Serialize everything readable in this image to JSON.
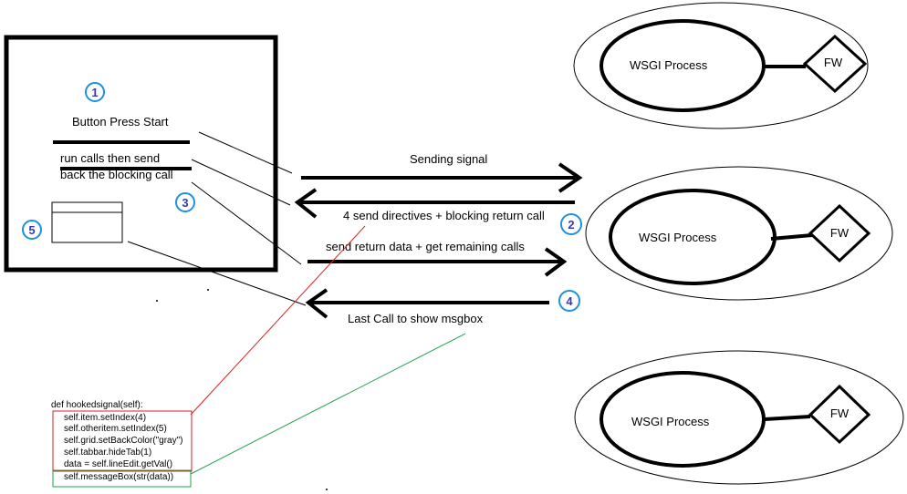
{
  "client": {
    "step1_badge": "1",
    "button_label": "Button Press Start",
    "run_calls_line1": "run calls then send",
    "run_calls_line2": "back the blocking call",
    "step3_badge": "3",
    "step5_badge": "5"
  },
  "arrows": {
    "sending_signal": "Sending signal",
    "step2_badge": "2",
    "send_directives": "4 send directives + blocking return call",
    "send_return_data": "send return data + get remaining calls",
    "step4_badge": "4",
    "last_call": "Last Call to show msgbox"
  },
  "servers": [
    {
      "process_label": "WSGI Process",
      "fw_label": "FW"
    },
    {
      "process_label": "WSGI Process",
      "fw_label": "FW"
    },
    {
      "process_label": "WSGI Process",
      "fw_label": "FW"
    }
  ],
  "code": {
    "signature": "def hookedsignal(self):",
    "lines": [
      "self.item.setIndex(4)",
      "self.otheritem.setIndex(5)",
      "self.grid.setBackColor(\"gray\")",
      "self.tabbar.hideTab(1)",
      "data = self.lineEdit.getVal()",
      "self.messageBox(str(data))"
    ]
  },
  "colors": {
    "badge_circle": "#1e90e0",
    "badge_text": "#3a3aa8",
    "red_box": "#dd2222",
    "green_box": "#22a04a"
  }
}
